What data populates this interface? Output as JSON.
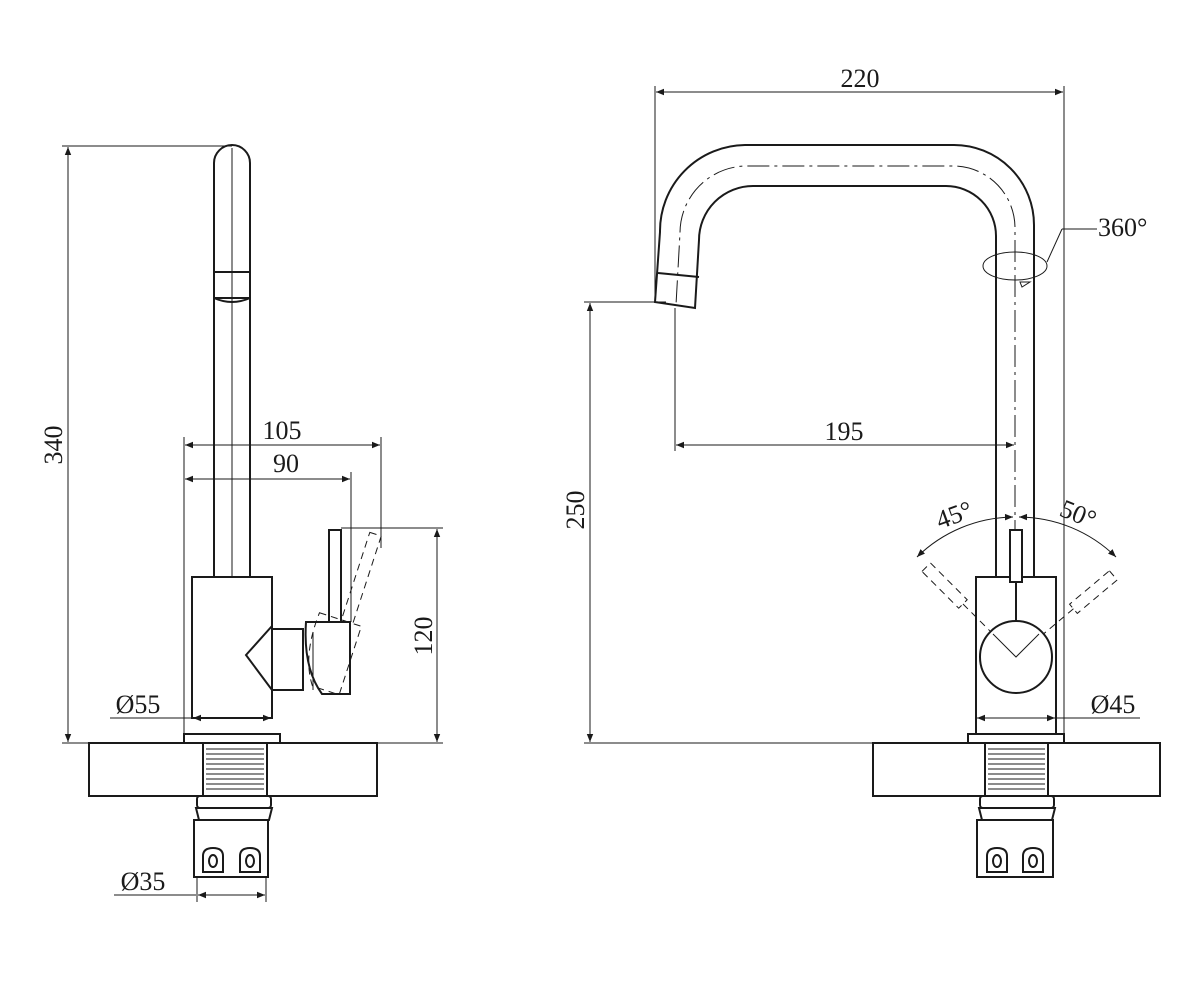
{
  "labels": {
    "side_height": "340",
    "side_depth_outer": "105",
    "side_depth_inner": "90",
    "side_handle_height": "120",
    "side_base_diameter": "Ø55",
    "side_shank_diameter": "Ø35",
    "front_width": "220",
    "front_reach": "195",
    "front_spout_height": "250",
    "front_rotation": "360°",
    "front_angle_left": "45°",
    "front_angle_right": "50°",
    "front_body_diameter": "Ø45"
  }
}
